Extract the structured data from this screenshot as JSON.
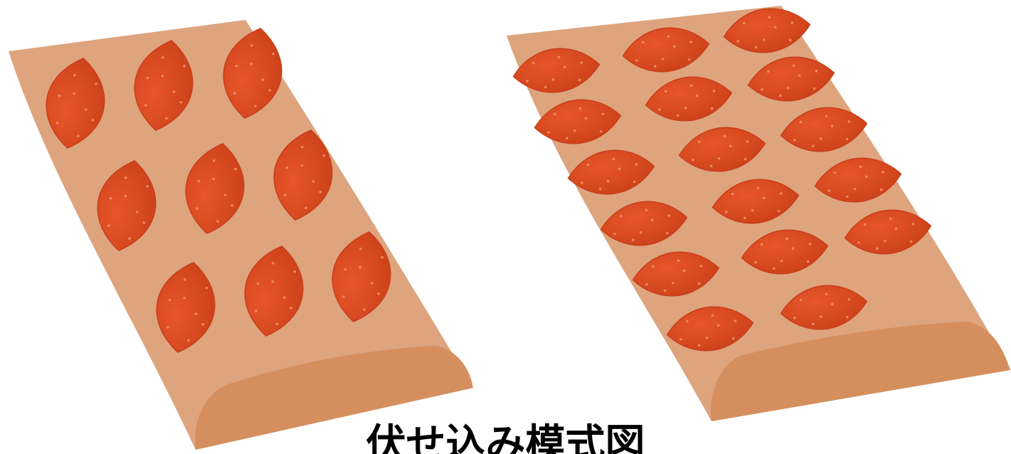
{
  "caption": "伏せ込み模式図",
  "colors": {
    "bed": "#DDA47E",
    "bed_end": "#D58F5E",
    "tuber": "#DE4C22",
    "tuber_dark": "#C93F1A",
    "tuber_dots": "#F09A6C"
  },
  "beds": [
    {
      "name": "left-seedbed",
      "tuber_count": 9
    },
    {
      "name": "right-seedbed",
      "tuber_count": 17
    }
  ]
}
